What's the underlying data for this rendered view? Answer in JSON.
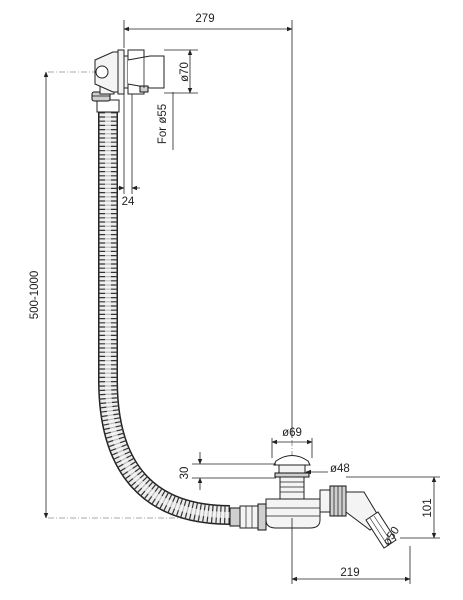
{
  "dimensions": {
    "top_width": "279",
    "overflow_height": "ø70",
    "overflow_for": "For ø55",
    "overflow_offset": "24",
    "vertical_range": "500-1000",
    "plug_diameter": "ø69",
    "plug_height": "30",
    "drain_diameter": "ø48",
    "trap_height": "101",
    "outlet_diameter": "ø50",
    "bottom_width": "219"
  }
}
